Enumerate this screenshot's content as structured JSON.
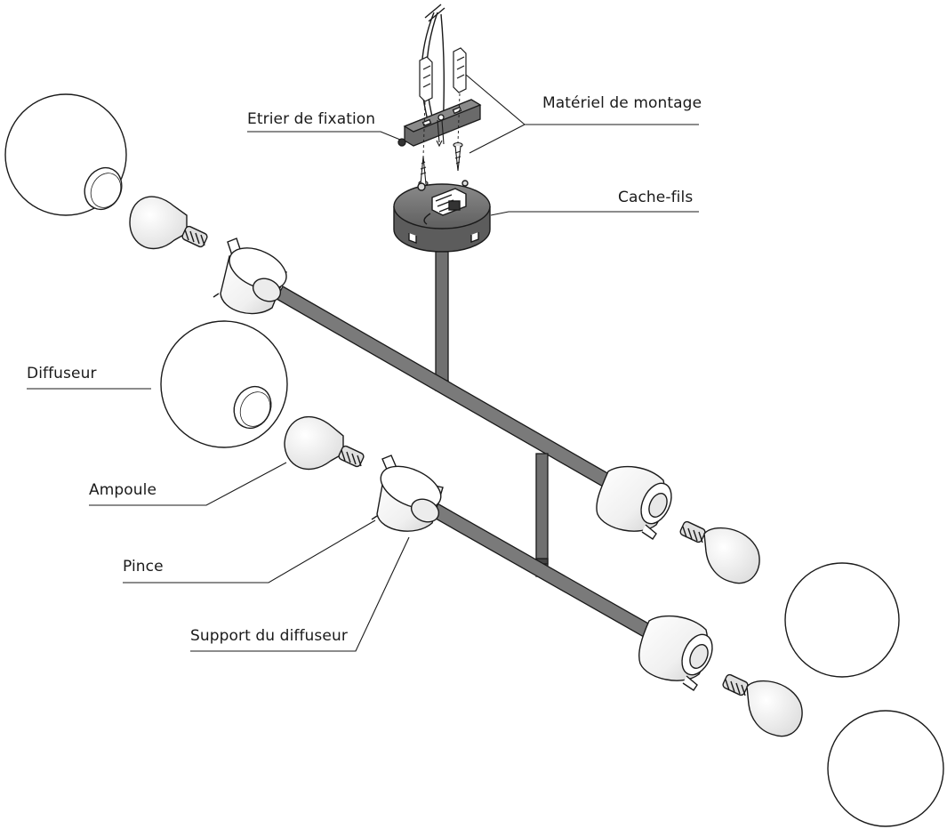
{
  "labels": {
    "mounting_bracket": "Etrier de fixation",
    "mounting_hardware": "Matériel de montage",
    "wire_cover": "Cache-fils",
    "diffuser": "Diffuseur",
    "bulb": "Ampoule",
    "clip": "Pince",
    "diffuser_support": "Support du diffuseur"
  },
  "colors": {
    "stroke": "#1a1a1a",
    "rod": "#6e6e6e",
    "rod_dark": "#555555",
    "canopy": "#7a7a7a",
    "socket": "#f2f2f2",
    "glass": "#ffffff"
  }
}
